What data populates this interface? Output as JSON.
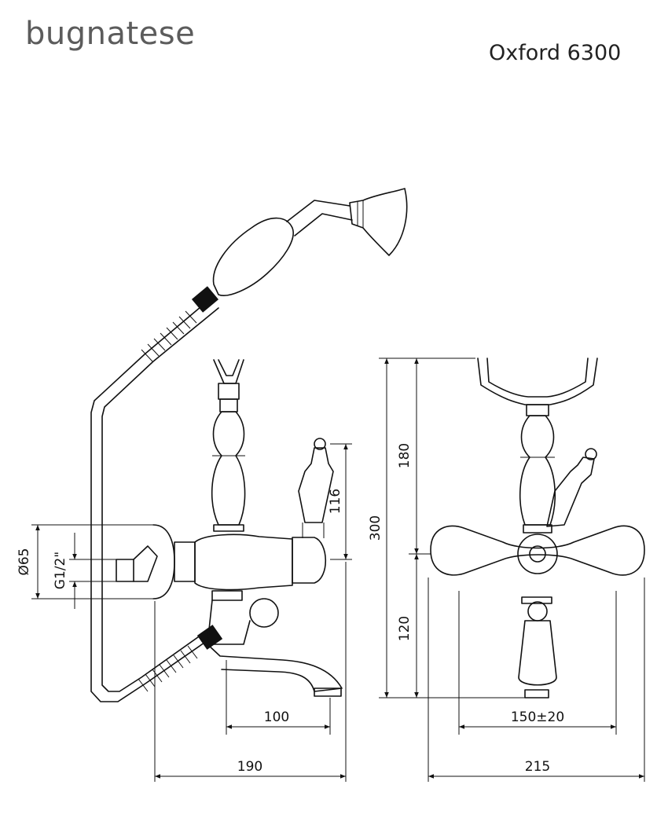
{
  "header": {
    "brand": "bugnatese",
    "model": "Oxford 6300"
  },
  "dimensions": {
    "dia_65": "Ø65",
    "thread": "G1/2\"",
    "h_116": "116",
    "h_300": "300",
    "h_180": "180",
    "h_120": "120",
    "w_100": "100",
    "w_190": "190",
    "w_215": "215",
    "w_150": "150±20"
  }
}
